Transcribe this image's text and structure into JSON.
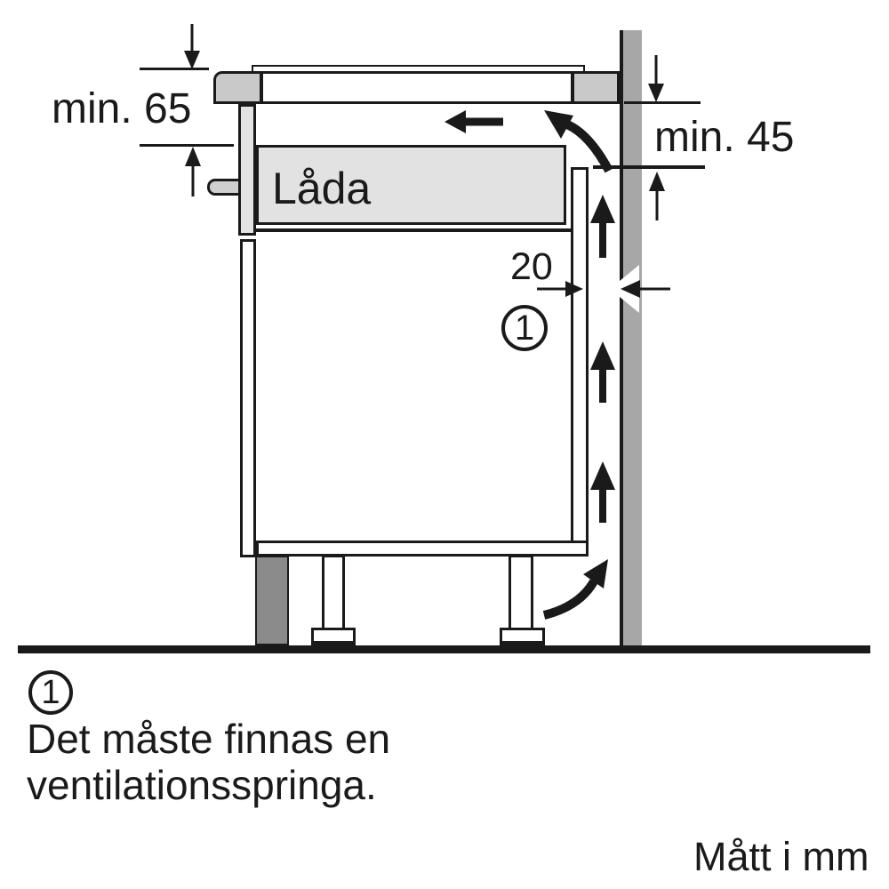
{
  "diagram": {
    "labels": {
      "drawer": "Låda",
      "dim_top_left": "min. 65",
      "dim_top_right": "min. 45",
      "dim_gap": "20",
      "callout_marker": "1"
    }
  },
  "caption": {
    "marker": "1",
    "lines": [
      "Det måste finnas en",
      "ventilationsspringa."
    ]
  },
  "footer": {
    "units_note": "Mått i mm"
  },
  "colors": {
    "line": "#1a1a1a",
    "wall": "#a7a7a7",
    "plinth": "#8b8b8b",
    "worktop": "#c9c9c9",
    "drawer_fill": "#e2e2e2",
    "handle": "#cfcfcf",
    "background": "#ffffff"
  }
}
